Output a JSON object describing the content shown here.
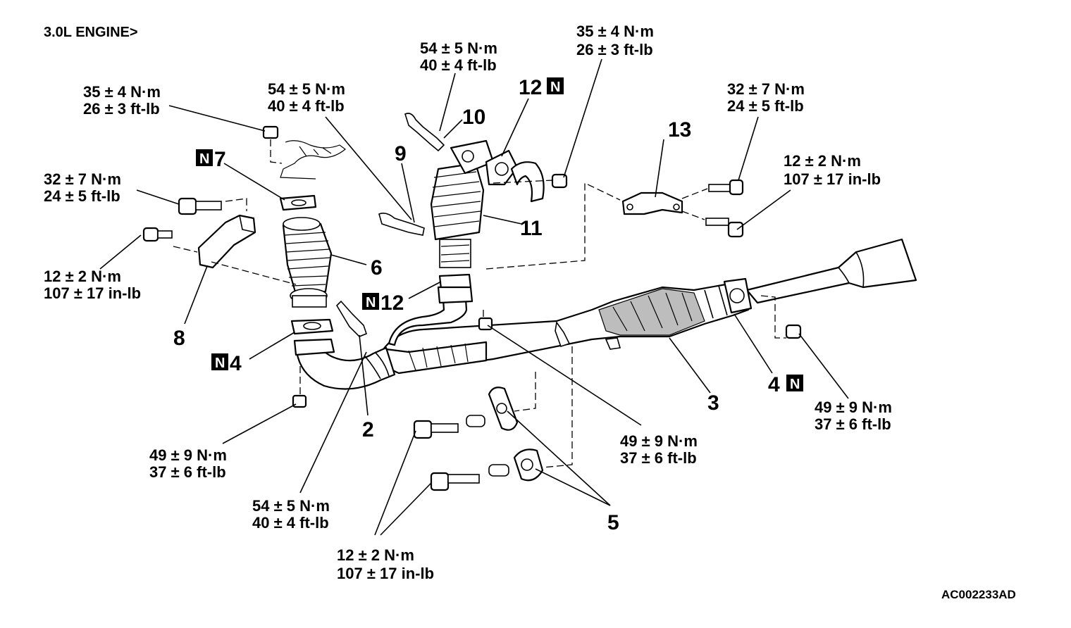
{
  "title": "3.0L ENGINE>",
  "figure_code": "AC002233AD",
  "badge_letter": "N",
  "callouts": {
    "n2": "2",
    "n3": "3",
    "n4a": "4",
    "n4b": "4",
    "n5": "5",
    "n6": "6",
    "n7": "7",
    "n8": "8",
    "n9": "9",
    "n10": "10",
    "n11": "11",
    "n12a": "12",
    "n12b": "12",
    "n13": "13"
  },
  "specs": {
    "s1": [
      "54 ± 5 N·m",
      "40 ± 4 ft-lb"
    ],
    "s2": [
      "35 ± 4 N·m",
      "26 ± 3 ft-lb"
    ],
    "s3": [
      "35 ± 4 N·m",
      "26 ± 3 ft-lb"
    ],
    "s4": [
      "54 ± 5 N·m",
      "40 ± 4 ft-lb"
    ],
    "s5": [
      "32 ± 7 N·m",
      "24 ± 5 ft-lb"
    ],
    "s6": [
      "12 ± 2 N·m",
      "107 ± 17 in-lb"
    ],
    "s7": [
      "32 ± 7 N·m",
      "24 ± 5 ft-lb"
    ],
    "s8": [
      "12 ± 2 N·m",
      "107 ± 17 in-lb"
    ],
    "s9": [
      "49 ± 9 N·m",
      "37 ± 6 ft-lb"
    ],
    "s10": [
      "54 ± 5 N·m",
      "40 ± 4 ft-lb"
    ],
    "s11": [
      "49 ± 9 N·m",
      "37 ± 6 ft-lb"
    ],
    "s12": [
      "49 ± 9 N·m",
      "37 ± 6 ft-lb"
    ],
    "s13": [
      "12 ± 2 N·m",
      "107 ± 17 in-lb"
    ]
  }
}
